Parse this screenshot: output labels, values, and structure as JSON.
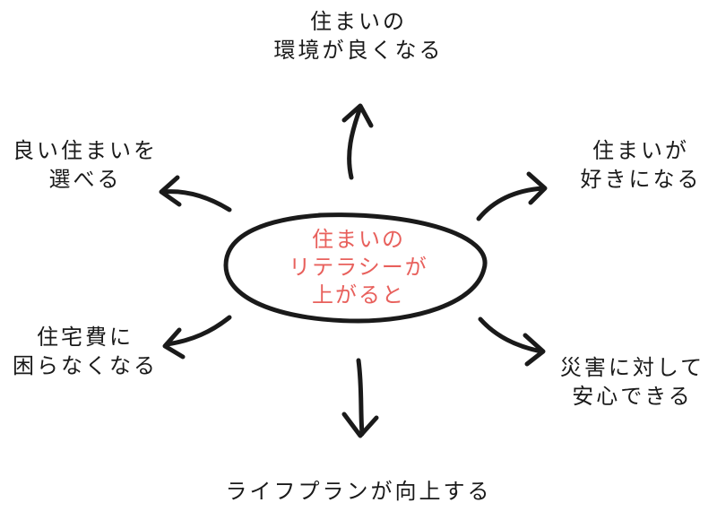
{
  "center": {
    "line1": "住まいの",
    "line2": "リテラシーが",
    "line3": "上がると"
  },
  "outcomes": {
    "top": {
      "line1": "住まいの",
      "line2": "環境が良くなる"
    },
    "left_upper": {
      "line1": "良い住まいを",
      "line2": "選べる"
    },
    "right_upper": {
      "line1": "住まいが",
      "line2": "好きになる"
    },
    "left_lower": {
      "line1": "住宅費に",
      "line2": "困らなくなる"
    },
    "right_lower": {
      "line1": "災害に対して",
      "line2": "安心できる"
    },
    "bottom": {
      "line1": "ライフプランが向上する"
    }
  },
  "colors": {
    "ink": "#1a1a1a",
    "center_text": "#e8605c",
    "background": "#ffffff"
  }
}
